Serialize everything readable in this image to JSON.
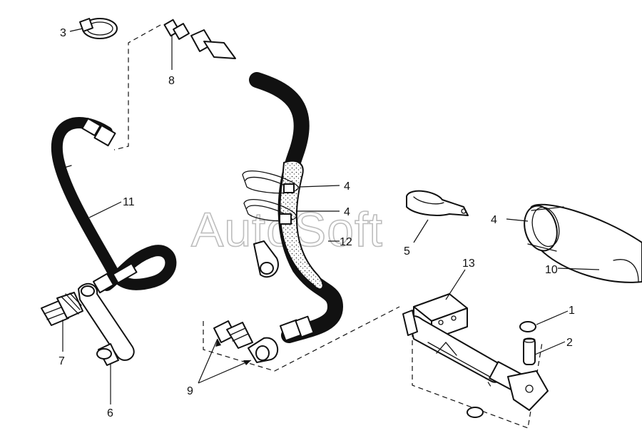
{
  "watermark": "AutoSoft",
  "callouts": {
    "c1": "1",
    "c2": "2",
    "c3": "3",
    "c4a": "4",
    "c4b": "4",
    "c4c": "4",
    "c5": "5",
    "c6": "6",
    "c7": "7",
    "c8": "8",
    "c9": "9",
    "c10": "10",
    "c11": "11",
    "c12": "12",
    "c13": "13"
  }
}
